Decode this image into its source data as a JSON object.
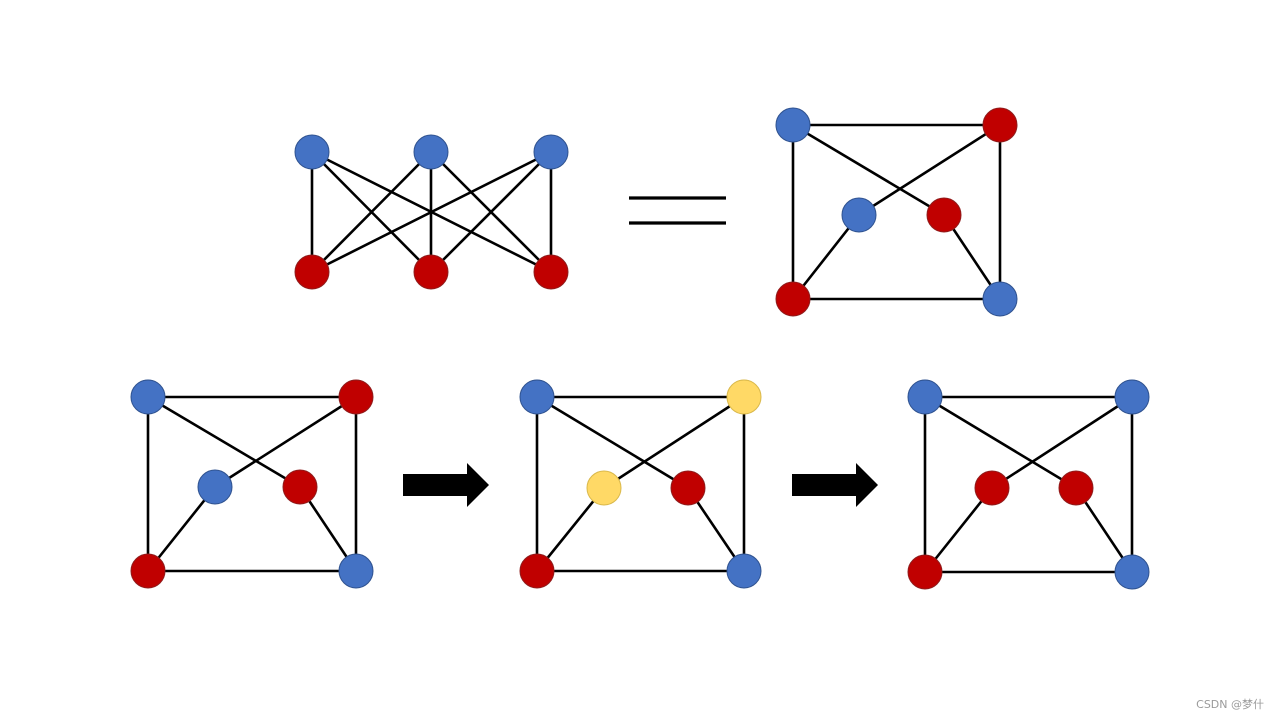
{
  "colors": {
    "blue": "#4472c4",
    "red": "#c00000",
    "yellow": "#ffd966",
    "edge": "#000000",
    "arrow": "#000000"
  },
  "graphs": [
    {
      "id": "bipartite-top-left",
      "nodes": [
        {
          "id": "a1",
          "color": "blue"
        },
        {
          "id": "a2",
          "color": "blue"
        },
        {
          "id": "a3",
          "color": "blue"
        },
        {
          "id": "b1",
          "color": "red"
        },
        {
          "id": "b2",
          "color": "red"
        },
        {
          "id": "b3",
          "color": "red"
        }
      ],
      "edges": [
        [
          "a1",
          "b1"
        ],
        [
          "a1",
          "b2"
        ],
        [
          "a1",
          "b3"
        ],
        [
          "a2",
          "b1"
        ],
        [
          "a2",
          "b2"
        ],
        [
          "a2",
          "b3"
        ],
        [
          "a3",
          "b1"
        ],
        [
          "a3",
          "b2"
        ],
        [
          "a3",
          "b3"
        ]
      ]
    },
    {
      "id": "square-top-right",
      "nodes": [
        {
          "id": "tl",
          "color": "blue"
        },
        {
          "id": "tr",
          "color": "red"
        },
        {
          "id": "il",
          "color": "blue"
        },
        {
          "id": "ir",
          "color": "red"
        },
        {
          "id": "bl",
          "color": "red"
        },
        {
          "id": "br",
          "color": "blue"
        }
      ],
      "edges": [
        [
          "tl",
          "tr"
        ],
        [
          "tl",
          "bl"
        ],
        [
          "tr",
          "br"
        ],
        [
          "bl",
          "br"
        ],
        [
          "tl",
          "ir"
        ],
        [
          "tr",
          "il"
        ],
        [
          "il",
          "bl"
        ],
        [
          "ir",
          "br"
        ]
      ]
    },
    {
      "id": "square-bottom-1",
      "nodes": [
        {
          "id": "tl",
          "color": "blue"
        },
        {
          "id": "tr",
          "color": "red"
        },
        {
          "id": "il",
          "color": "blue"
        },
        {
          "id": "ir",
          "color": "red"
        },
        {
          "id": "bl",
          "color": "red"
        },
        {
          "id": "br",
          "color": "blue"
        }
      ],
      "edges": [
        [
          "tl",
          "tr"
        ],
        [
          "tl",
          "bl"
        ],
        [
          "tr",
          "br"
        ],
        [
          "bl",
          "br"
        ],
        [
          "tl",
          "ir"
        ],
        [
          "tr",
          "il"
        ],
        [
          "il",
          "bl"
        ],
        [
          "ir",
          "br"
        ]
      ]
    },
    {
      "id": "square-bottom-2",
      "nodes": [
        {
          "id": "tl",
          "color": "blue"
        },
        {
          "id": "tr",
          "color": "yellow"
        },
        {
          "id": "il",
          "color": "yellow"
        },
        {
          "id": "ir",
          "color": "red"
        },
        {
          "id": "bl",
          "color": "red"
        },
        {
          "id": "br",
          "color": "blue"
        }
      ],
      "edges": [
        [
          "tl",
          "tr"
        ],
        [
          "tl",
          "bl"
        ],
        [
          "tr",
          "br"
        ],
        [
          "bl",
          "br"
        ],
        [
          "tl",
          "ir"
        ],
        [
          "tr",
          "il"
        ],
        [
          "il",
          "bl"
        ],
        [
          "ir",
          "br"
        ]
      ]
    },
    {
      "id": "square-bottom-3",
      "nodes": [
        {
          "id": "tl",
          "color": "blue"
        },
        {
          "id": "tr",
          "color": "blue"
        },
        {
          "id": "il",
          "color": "red"
        },
        {
          "id": "ir",
          "color": "red"
        },
        {
          "id": "bl",
          "color": "red"
        },
        {
          "id": "br",
          "color": "blue"
        }
      ],
      "edges": [
        [
          "tl",
          "tr"
        ],
        [
          "tl",
          "bl"
        ],
        [
          "tr",
          "br"
        ],
        [
          "bl",
          "br"
        ],
        [
          "tl",
          "ir"
        ],
        [
          "tr",
          "il"
        ],
        [
          "il",
          "bl"
        ],
        [
          "ir",
          "br"
        ]
      ]
    }
  ],
  "connectors": [
    {
      "id": "equals-sign",
      "type": "equals"
    },
    {
      "id": "arrow-1",
      "type": "arrow"
    },
    {
      "id": "arrow-2",
      "type": "arrow"
    }
  ],
  "watermark": "CSDN @梦什"
}
